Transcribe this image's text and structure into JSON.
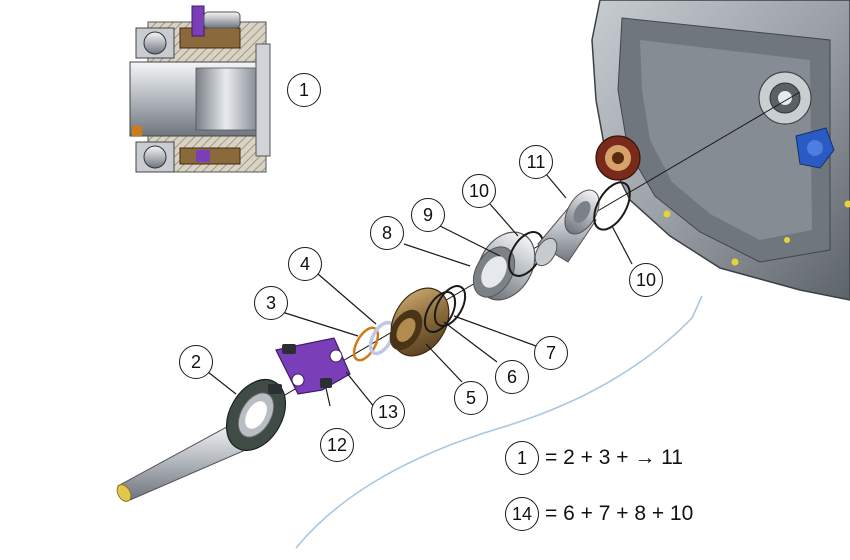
{
  "callouts": {
    "c1": "1",
    "c2": "2",
    "c3": "3",
    "c4": "4",
    "c5": "5",
    "c6": "6",
    "c7": "7",
    "c8": "8",
    "c9": "9",
    "c10a": "10",
    "c10b": "10",
    "c11": "11",
    "c12": "12",
    "c13": "13"
  },
  "legend": {
    "line1": {
      "ref": "1",
      "formula": "= 2 + 3 + → 11"
    },
    "line2": {
      "ref": "14",
      "formula": "= 6 + 7 + 8 + 10"
    }
  },
  "colors": {
    "housing": "#8c9298",
    "bronze": "#8a6a3a",
    "purple": "#7a3fb8",
    "blue": "#2a5bc4",
    "orange_ring": "#d07a1a",
    "bracket_line": "#a9c7e0"
  }
}
